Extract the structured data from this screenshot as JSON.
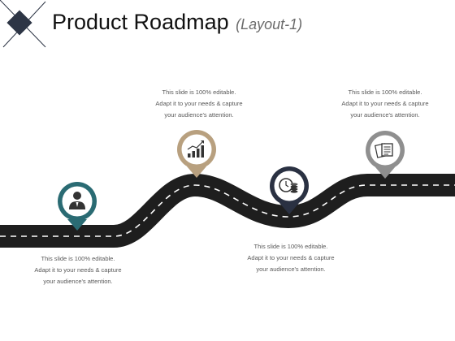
{
  "header": {
    "title": "Product Roadmap",
    "subtitle": "(Layout-1)"
  },
  "milestones": [
    {
      "icon": "person-icon",
      "color": "#2a6b73",
      "lines": [
        "This slide is 100% editable.",
        "Adapt it to your needs & capture",
        "your audience's attention."
      ]
    },
    {
      "icon": "bar-chart-icon",
      "color": "#b8a07f",
      "lines": [
        "This slide is 100% editable.",
        "Adapt it to your needs & capture",
        "your audience's attention."
      ]
    },
    {
      "icon": "clock-coins-icon",
      "color": "#2a3142",
      "lines": [
        "This slide is 100% editable.",
        "Adapt it to your needs & capture",
        "your audience's attention."
      ]
    },
    {
      "icon": "documents-icon",
      "color": "#8f8f8f",
      "lines": [
        "This slide is 100% editable.",
        "Adapt it to your needs & capture",
        "your audience's attention."
      ]
    }
  ],
  "colors": {
    "road": "#1e1e1e",
    "road_dash": "#ffffff",
    "logo": "#2d3545"
  }
}
